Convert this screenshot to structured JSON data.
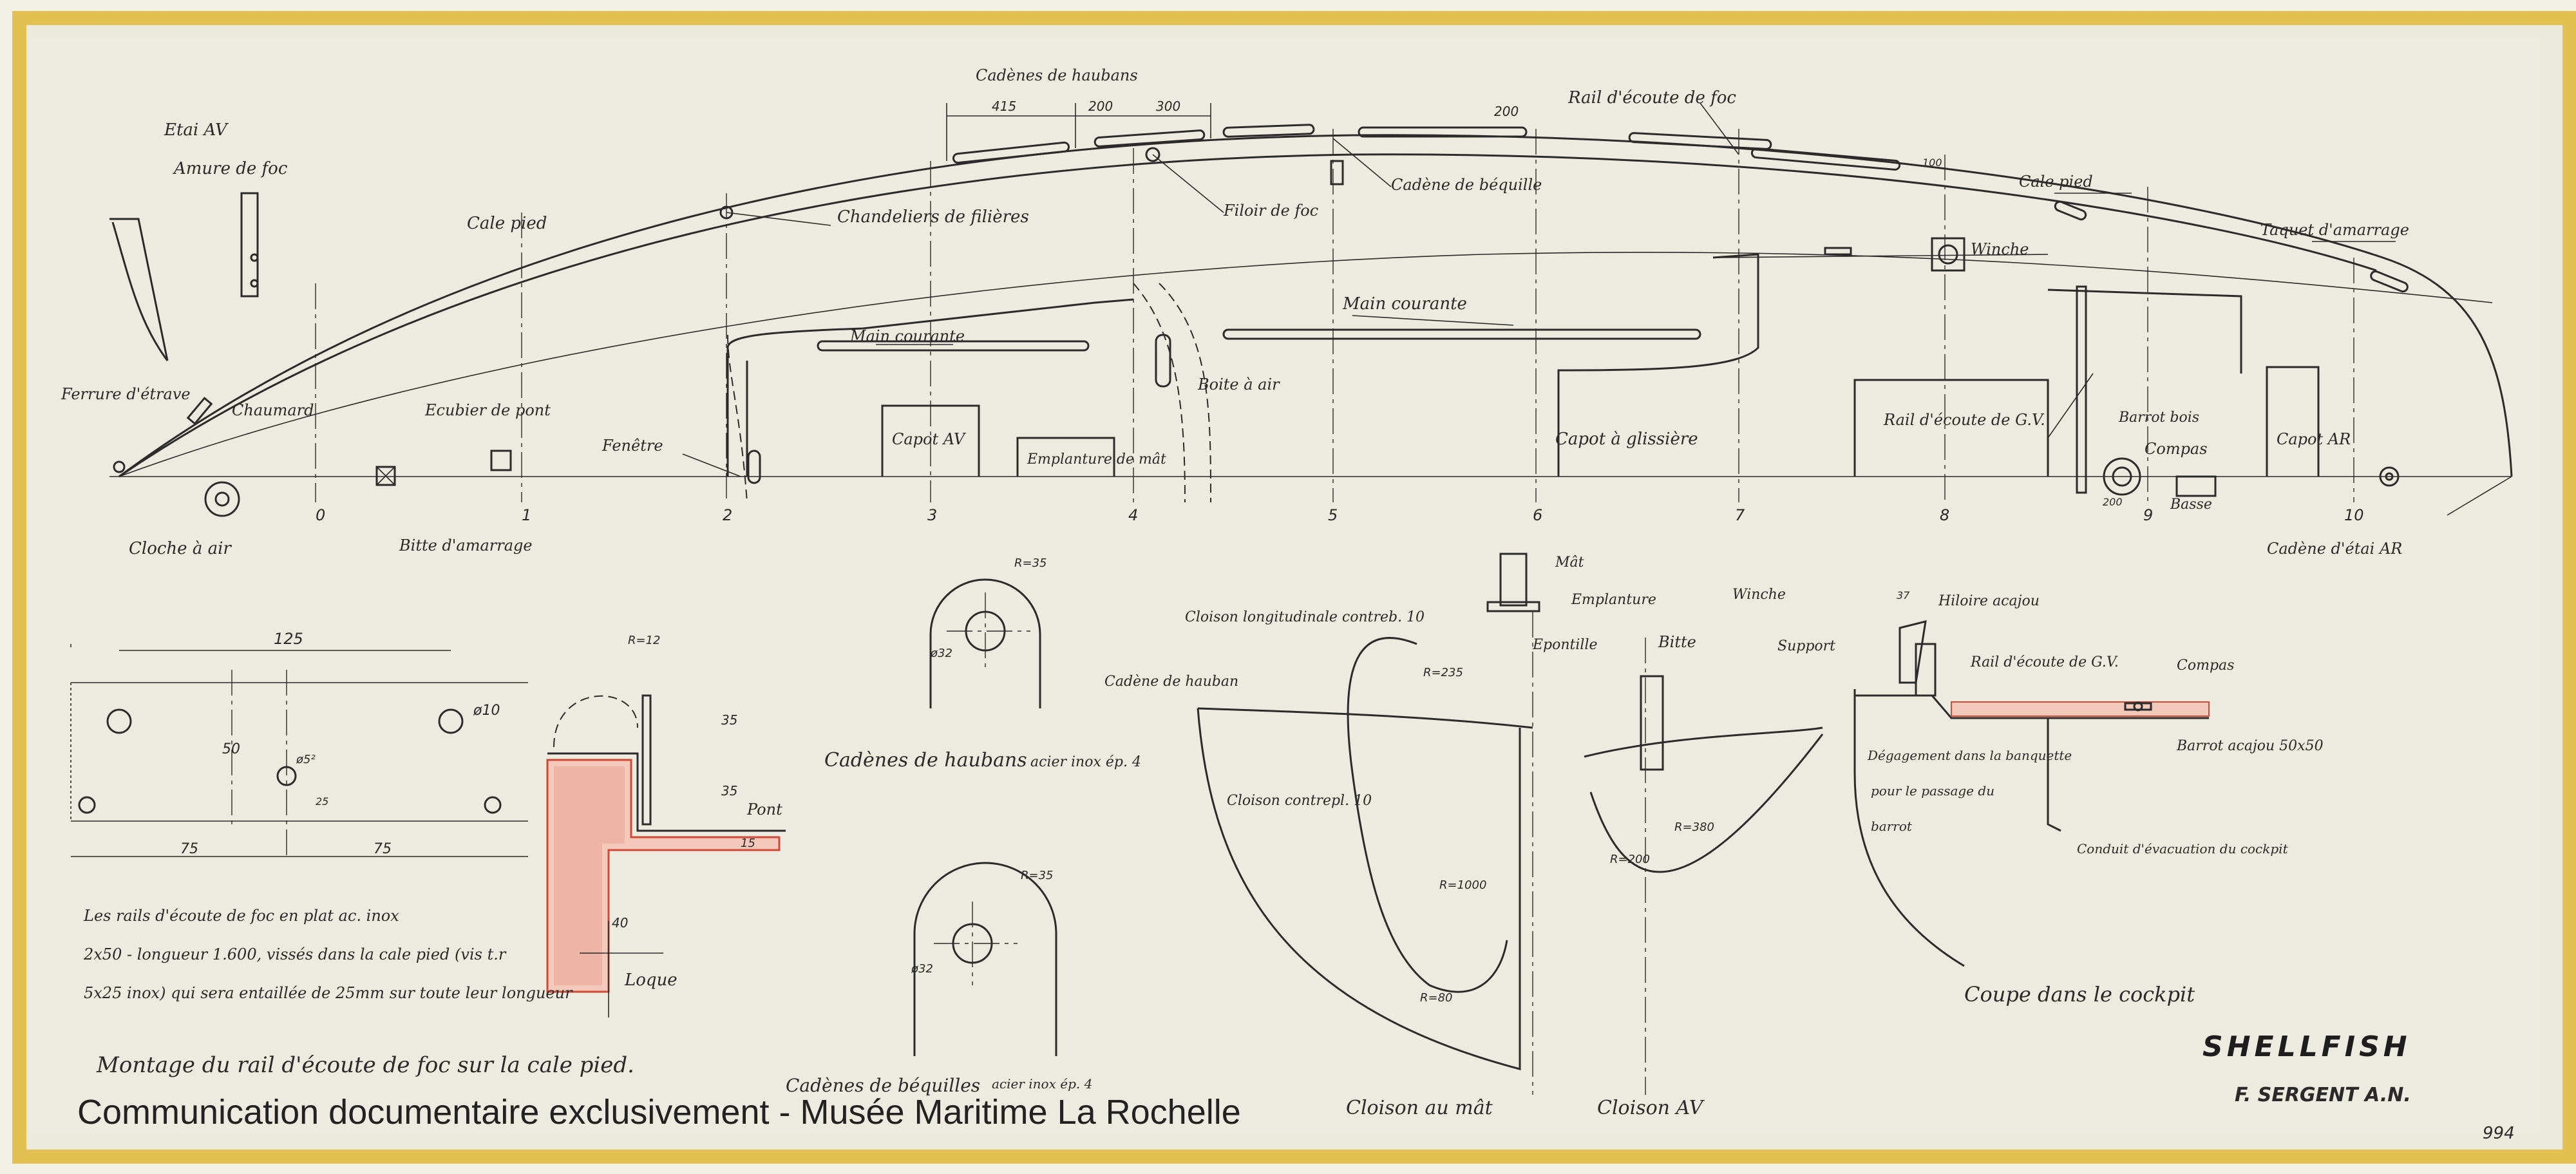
{
  "labels": {
    "etai_av": "Etai AV",
    "amure_de_foc": "Amure de foc",
    "ferrure_etrave": "Ferrure d'étrave",
    "chaumard": "Chaumard",
    "cloche_a_air": "Cloche à air",
    "cale_pied_1": "Cale pied",
    "ecubier_de_pont": "Ecubier de pont",
    "bitte_amarrage": "Bitte d'amarrage",
    "fenetre": "Fenêtre",
    "cadenes_de_haubans": "Cadènes de haubans",
    "chandelier": "Chandeliers de filières",
    "main_courante_1": "Main courante",
    "boite_a_air": "Boite à air",
    "capot_av": "Capot AV",
    "emplanture_mat": "Emplanture de mât",
    "filoir_de_foc": "Filoir de foc",
    "cadene_de_bequille": "Cadène de béquille",
    "rail_ecoute_foc": "Rail d'écoute de foc",
    "main_courante_2": "Main courante",
    "capot_glissiere": "Capot à glissière",
    "winche_top": "Winche",
    "cale_pied_2": "Cale pied",
    "taquet_amarrage": "Taquet d'amarrage",
    "rail_ecoute_gv": "Rail d'écoute de G.V.",
    "barrot_bois": "Barrot bois",
    "compas_top": "Compas",
    "basse": "Basse",
    "capot_ar": "Capot AR",
    "cadene_etai_ar": "Cadène d'étai AR",
    "cadenes_haubans_caption": "Cadènes de haubans",
    "cadenes_haubans_spec": "acier inox ép. 4",
    "cadenes_bequilles_caption": "Cadènes de béquilles",
    "cadenes_bequilles_spec": "acier inox ép. 4",
    "mat": "Mât",
    "emplanture": "Emplanture",
    "cloison_longitudinale": "Cloison longitudinale contreb. 10",
    "cadene_de_hauban": "Cadène de hauban",
    "epontille": "Epontille",
    "cloison_contrepl": "Cloison contrepl. 10",
    "cloison_au_mat": "Cloison au mât",
    "bitte": "Bitte",
    "cloison_av": "Cloison AV",
    "winche_section": "Winche",
    "support": "Support",
    "hiloire_acajou": "Hiloire acajou",
    "rail_ecoute_gv_section": "Rail d'écoute de G.V.",
    "compas_section": "Compas",
    "barrot_acajou": "Barrot acajou 50x50",
    "degagement_1": "Dégagement dans la banquette",
    "degagement_2": "pour le passage du",
    "degagement_3": "barrot",
    "conduit_evacuation": "Conduit d'évacuation du cockpit",
    "coupe_cockpit": "Coupe dans le cockpit",
    "pont": "Pont",
    "loque": "Loque",
    "montage_rail": "Montage du rail d'écoute de foc sur la cale pied.",
    "note_1": "Les rails d'écoute de foc en plat ac. inox",
    "note_2": "2x50 - longueur 1.600, vissés dans la cale pied (vis t.r",
    "note_3": "5x25 inox) qui sera entaillée de 25mm sur toute leur longueur",
    "ship_name": "SHELLFISH",
    "architect": "F. SERGENT A.N.",
    "plate_number": "994"
  },
  "stations": [
    "0",
    "1",
    "2",
    "3",
    "4",
    "5",
    "6",
    "7",
    "8",
    "9",
    "10"
  ],
  "dimensions": {
    "d415": "415",
    "d200a": "200",
    "d300": "300",
    "d200b": "200",
    "d100": "100",
    "d125": "125",
    "d50": "50",
    "d10": "ø10",
    "d5": "ø5²",
    "d25": "25",
    "d75a": "75",
    "d75b": "75",
    "d15": "15",
    "d35a": "35",
    "d35b": "35",
    "d40": "40",
    "r12": "R=12",
    "r35a": "R=35",
    "r35b": "R=35",
    "d32a": "ø32",
    "d32b": "ø32",
    "r235": "R=235",
    "r1000": "R=1000",
    "r80": "R=80",
    "r200": "R=200",
    "r380": "R=380",
    "d200c": "200",
    "d37": "37"
  },
  "watermark": "Communication documentaire exclusivement - Musée Maritime La Rochelle",
  "colors": {
    "paper": "#eeebe0",
    "border": "#e4c35a",
    "ink": "#2b2b2b",
    "red": "#cf4a37"
  }
}
